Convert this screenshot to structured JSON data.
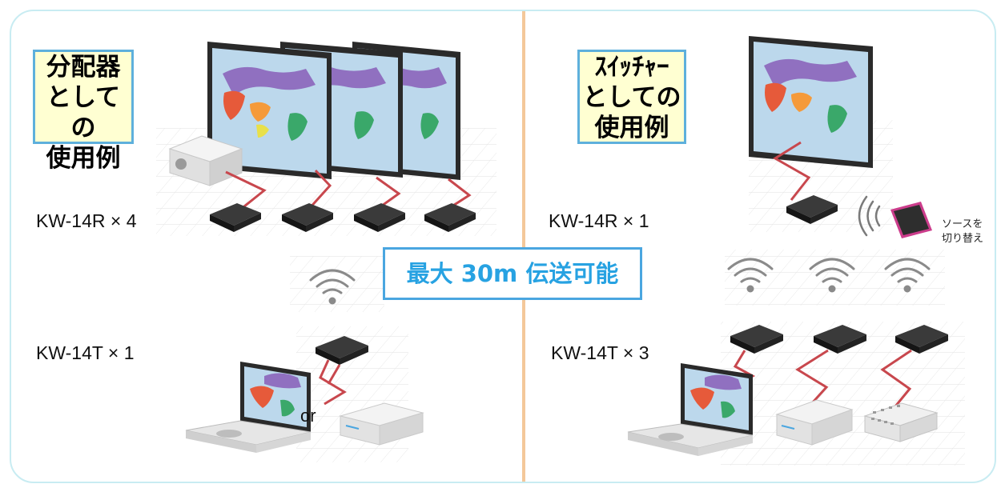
{
  "left_panel": {
    "title_lines": [
      "分配器",
      "としての",
      "使用例"
    ],
    "receiver_label": "KW-14R × 4",
    "transmitter_label": "KW-14T × 1",
    "or_text": "or"
  },
  "right_panel": {
    "title_lines": [
      "ｽｲｯﾁｬｰ",
      "としての",
      "使用例"
    ],
    "receiver_label": "KW-14R × 1",
    "transmitter_label": "KW-14T × 3",
    "remote_note_lines": [
      "ソースを",
      "切り替え"
    ]
  },
  "center_badge": "最大 30m 伝送可能",
  "colors": {
    "frame_border": "#c8ecf2",
    "divider": "#f4c89a",
    "label_bg": "#ffffd2",
    "label_border": "#5eb0dc",
    "badge_text": "#27a2e2",
    "badge_border": "#4aa6e0",
    "cable": "#c8474d",
    "device": "#1c1c1c",
    "screen_bg": "#bcd8ec",
    "remote_frame": "#cc3d8c"
  },
  "icons": [
    "display-screen-icon",
    "receiver-box-icon",
    "projector-icon",
    "laptop-icon",
    "media-player-icon",
    "wifi-signal-icon",
    "remote-control-icon"
  ]
}
